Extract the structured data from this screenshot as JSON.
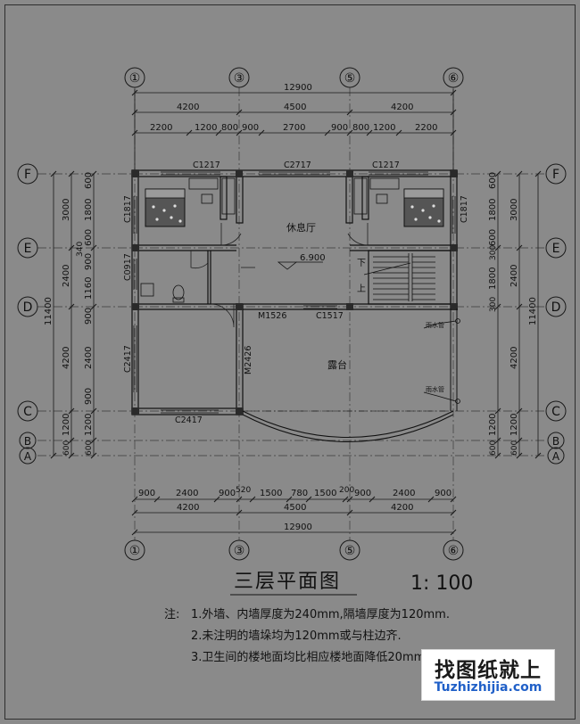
{
  "axes": {
    "col_labels": [
      "①",
      "③",
      "⑤",
      "⑥"
    ],
    "row_labels": [
      "F",
      "E",
      "D",
      "C",
      "B",
      "A"
    ]
  },
  "dims_top": {
    "overall": "12900",
    "bays": [
      "4200",
      "4500",
      "4200"
    ],
    "parts": [
      "2200",
      "1200",
      "800",
      "900",
      "2700",
      "900",
      "800",
      "1200",
      "2200"
    ]
  },
  "dims_bottom": {
    "parts": [
      "900",
      "2400",
      "900",
      "520",
      "1500",
      "780",
      "1500",
      "200",
      "900",
      "2400",
      "900"
    ],
    "bays": [
      "4200",
      "4500",
      "4200"
    ],
    "overall": "12900"
  },
  "dims_left": {
    "overall": "11400",
    "bays": [
      "3000",
      "2400",
      "4200",
      "1200",
      "600"
    ],
    "parts": [
      "600",
      "1800",
      "600",
      "340",
      "900",
      "1160",
      "900",
      "2400",
      "900",
      "1200",
      "600"
    ]
  },
  "dims_right": {
    "overall": "11400",
    "bays": [
      "3000",
      "2400",
      "4200",
      "1200",
      "600"
    ],
    "parts": [
      "600",
      "1800",
      "600",
      "300",
      "1800",
      "300",
      "1200",
      "600"
    ]
  },
  "openings": {
    "c1217_left": "C1217",
    "c2717": "C2717",
    "c1217_right": "C1217",
    "c1817_left": "C1817",
    "c1817_right": "C1817",
    "c0917": "C0917",
    "m1526": "M1526",
    "c1517": "C1517",
    "c2417_left": "C2417",
    "m2426": "M2426",
    "c2417_bottom": "C2417"
  },
  "rooms": {
    "lounge": "休息厅",
    "terrace": "露台",
    "elevation": "6.900",
    "stair_down": "下",
    "stair_up": "上",
    "downpipe_1": "雨水管",
    "downpipe_2": "雨水管"
  },
  "title": {
    "name": "三层平面图",
    "scale": "1: 100"
  },
  "notes": {
    "prefix": "注:",
    "items": [
      "1.外墙、内墙厚度为240mm,隔墙厚度为120mm.",
      "2.未注明的墙垛均为120mm或与柱边齐.",
      "3.卫生间的楼地面均比相应楼地面降低20mm."
    ]
  },
  "watermark": {
    "line1": "找图纸就上",
    "line2": "Tuzhizhijia.com"
  }
}
